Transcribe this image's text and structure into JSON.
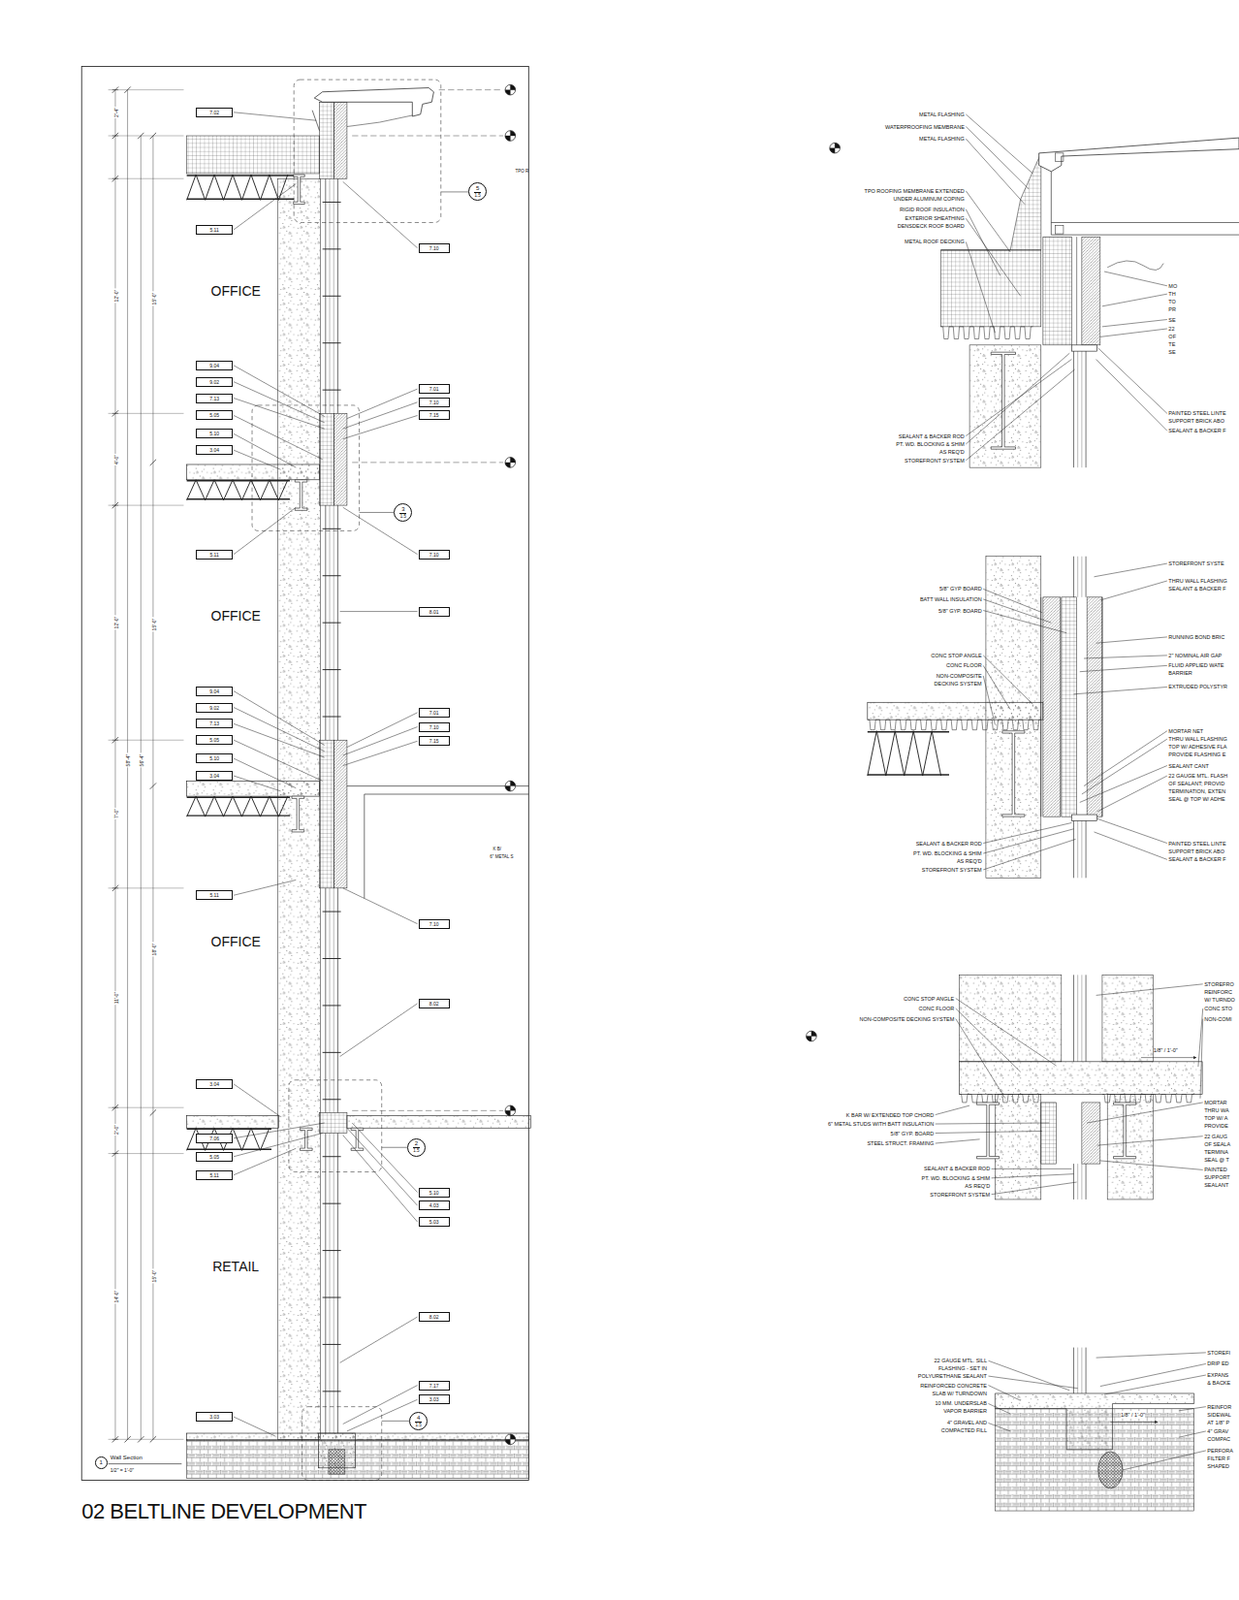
{
  "diagram": {
    "title": "02 BELTLINE DEVELOPMENT",
    "caption": "Wall Section",
    "nodes": [
      {
        "text": [
          "7.02"
        ]
      },
      {
        "text": [
          "5.11"
        ]
      },
      {
        "text": [
          "7.10"
        ]
      },
      {
        "text": [
          "5",
          "1.5"
        ]
      },
      {
        "text": [
          "9.04"
        ]
      },
      {
        "text": [
          "9.02"
        ]
      },
      {
        "text": [
          "7.13"
        ]
      },
      {
        "text": [
          "5.05"
        ]
      },
      {
        "text": [
          "5.10"
        ]
      },
      {
        "text": [
          "3.04"
        ]
      },
      {
        "text": [
          "7.01"
        ]
      },
      {
        "text": [
          "7.10"
        ]
      },
      {
        "text": [
          "7.15"
        ]
      },
      {
        "text": [
          "3",
          "1.5"
        ]
      },
      {
        "text": [
          "5.11"
        ]
      },
      {
        "text": [
          "7.10"
        ]
      },
      {
        "text": [
          "8.01"
        ]
      },
      {
        "text": [
          "9.04"
        ]
      },
      {
        "text": [
          "9.02"
        ]
      },
      {
        "text": [
          "7.13"
        ]
      },
      {
        "text": [
          "5.05"
        ]
      },
      {
        "text": [
          "5.10"
        ]
      },
      {
        "text": [
          "3.04"
        ]
      },
      {
        "text": [
          "7.01"
        ]
      },
      {
        "text": [
          "7.10"
        ]
      },
      {
        "text": [
          "7.15"
        ]
      },
      {
        "text": [
          "5.11"
        ]
      },
      {
        "text": [
          "7.10"
        ]
      },
      {
        "text": [
          "8.02"
        ]
      },
      {
        "text": [
          "3.04"
        ]
      },
      {
        "text": [
          "7.06"
        ]
      },
      {
        "text": [
          "5.05"
        ]
      },
      {
        "text": [
          "5.11"
        ]
      },
      {
        "text": [
          "2",
          "1.5"
        ]
      },
      {
        "text": [
          "5.10"
        ]
      },
      {
        "text": [
          "4.03"
        ]
      },
      {
        "text": [
          "5.03"
        ]
      },
      {
        "text": [
          "8.02"
        ]
      },
      {
        "text": [
          "7.17"
        ]
      },
      {
        "text": [
          "3.03"
        ]
      },
      {
        "text": [
          "3.03"
        ]
      },
      {
        "text": [
          "4",
          "1.5"
        ]
      },
      {
        "text": [
          "1"
        ]
      }
    ],
    "labels": [
      "OFFICE",
      "OFFICE",
      "OFFICE",
      "RETAIL",
      "2'-4\"",
      "12'-0\"",
      "15'-0\"",
      "4'-0\"",
      "12'-0\"",
      "15'-0\"",
      "58'-4\"",
      "56'-4\"",
      "7'-0\"",
      "18'-0\"",
      "11'-0\"",
      "2'-0\"",
      "15'-0\"",
      "14'-0\"",
      "TPO R",
      "K B/",
      "6\" METAL S",
      "1/2\" = 1'-0\"",
      "METAL FLASHING",
      "WATERPROOFING MEMBRANE",
      "METAL FLASHING",
      "TPO ROOFING MEMBRANE EXTENDED UNDER ALUMINUM COPING",
      "RIGID ROOF INSULATION",
      "EXTERIOR SHEATHING DENSDECK ROOF BOARD",
      "METAL ROOF DECKING",
      "MO",
      "TH TO PR",
      "SE",
      "22 OF TE SE",
      "PAINTED STEEL LINTE SUPPORT BRICK ABO",
      "SEALANT & BACKER F",
      "SEALANT & BACKER ROD",
      "PT. WD. BLOCKING & SHIM AS REQ'D",
      "STOREFRONT SYSTEM",
      "STOREFRONT SYSTE",
      "THRU WALL FLASHING SEALANT & BACKER F",
      "5/8\" GYP BOARD",
      "BATT WALL INSULATION",
      "5/8\" GYP. BOARD",
      "RUNNING BOND BRIC",
      "CONC STOP ANGLE",
      "2\" NOMINAL AIR GAP",
      "CONC FLOOR",
      "FLUID APPLIED WATE BARRIER",
      "NON-COMPOSITE DECKING SYSTEM",
      "EXTRUDED POLYSTYR",
      "MORTAR NET",
      "THRU WALL FLASHING TOP W/ ADHESIVE FLA PROVIDE FLASHING E",
      "SEALANT CANT",
      "22 GAUGE MTL. FLASH OF SEALANT; PROVID TERMINATION, EXTEN SEAL @ TOP W/ ADHE",
      "SEALANT & BACKER ROD",
      "PAINTED STEEL LINTE SUPPORT BRICK ABO",
      "PT. WD. BLOCKING & SHIM AS REQ'D",
      "SEALANT & BACKER F",
      "STOREFRONT SYSTEM",
      "STOREFRO REINFORC W/ TURNDO",
      "CONC STOP ANGLE",
      "CONC FLOOR",
      "CONC STO",
      "NON-COMPOSITE DECKING SYSTEM",
      "NON-COMI",
      "1/8\" / 1'-0\"",
      "MORTAR THRU WA TOP W/ A PROVIDE",
      "K BAR W/ EXTENDED TOP CHORD",
      "6\" METAL STUDS WITH BATT INSULATION",
      "5/8\" GYP. BOARD",
      "22 GAUG OF SEALA TERMINA SEAL @ T",
      "STEEL STRUCT. FRAMING",
      "SEALANT & BACKER ROD",
      "PAINTED SUPPORT SEALANT",
      "PT. WD. BLOCKING & SHIM AS REQ'D",
      "STOREFRONT SYSTEM",
      "STOREFI",
      "22 GAUGE MTL. SILL FLASHING - SET IN",
      "DRIP ED",
      "EXPANS & BACKE",
      "POLYURETHANE SEALANT",
      "REINFORCED CONCRETE SLAB W/ TURNDOWN",
      "10 MM. UNDERSLAB VAPOR BARRIER",
      "REINFOR SIDEWAL AT 1/8\" P",
      "1/8\" / 1'-0\"",
      "4\" GRAVEL AND COMPACTED FILL",
      "4\" GRAV COMPAC",
      "PERFORA FILTER F SHAPED"
    ]
  }
}
